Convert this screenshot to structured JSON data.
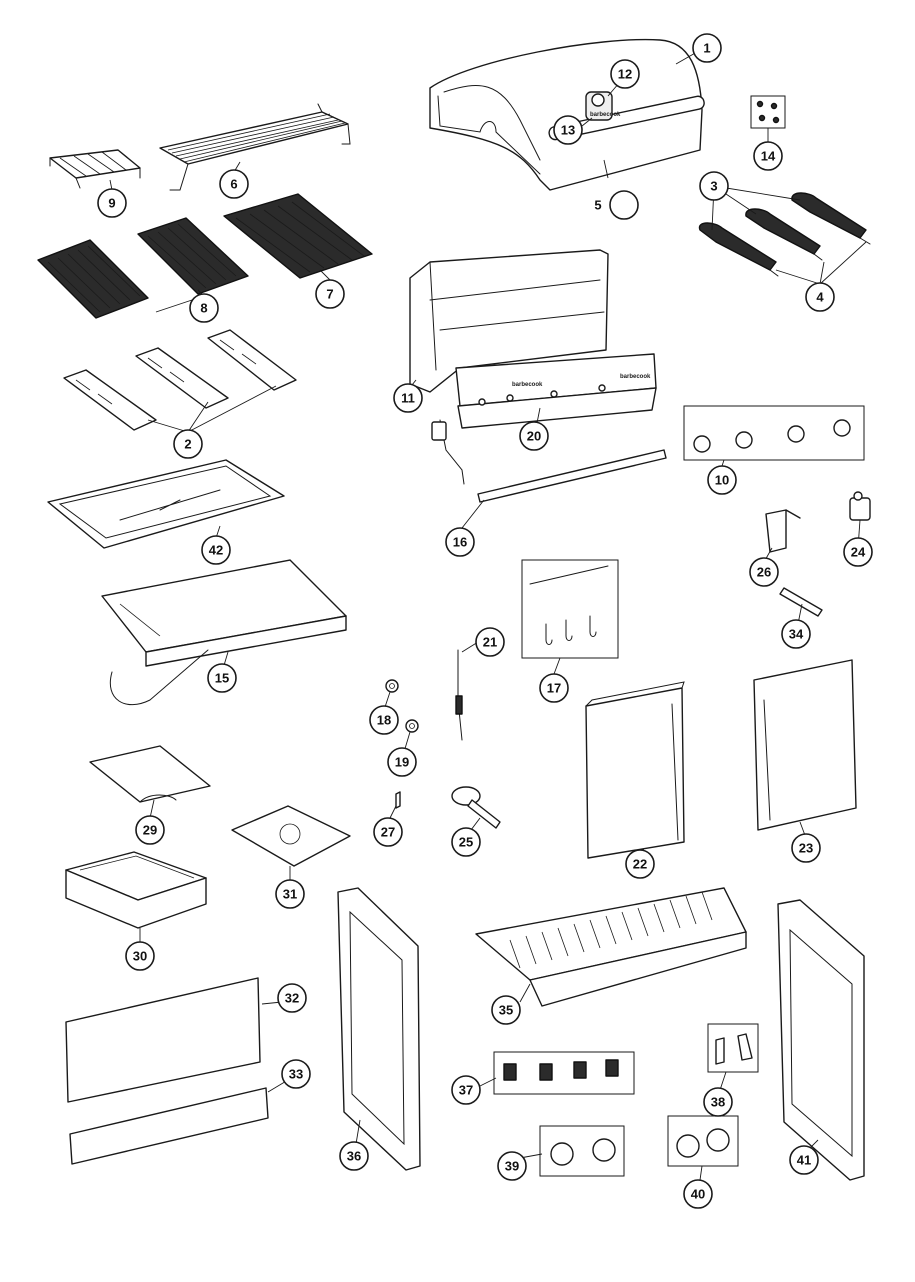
{
  "brand_text": "barbecook",
  "callouts": [
    "1",
    "2",
    "3",
    "4",
    "5",
    "6",
    "7",
    "8",
    "9",
    "10",
    "11",
    "12",
    "13",
    "14",
    "15",
    "16",
    "17",
    "18",
    "19",
    "20",
    "21",
    "22",
    "23",
    "24",
    "25",
    "26",
    "27",
    "29",
    "30",
    "31",
    "32",
    "33",
    "34",
    "35",
    "36",
    "37",
    "38",
    "39",
    "40",
    "41",
    "42"
  ],
  "colors": {
    "line": "#1a1a1a",
    "grate": "#2b2b2b",
    "background": "#ffffff"
  }
}
